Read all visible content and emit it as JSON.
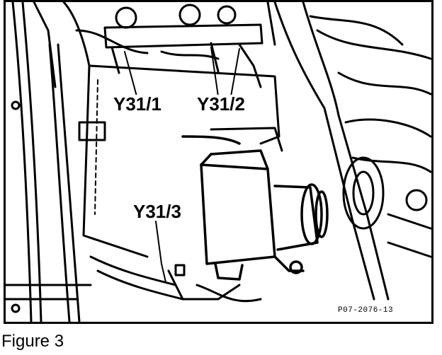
{
  "figure": {
    "labels": {
      "y31_1": "Y31/1",
      "y31_2": "Y31/2",
      "y31_3": "Y31/3"
    },
    "part_code": "P07-2076-13"
  },
  "caption": "Figure 3",
  "colors": {
    "ink": "#000000",
    "paper": "#ffffff"
  }
}
